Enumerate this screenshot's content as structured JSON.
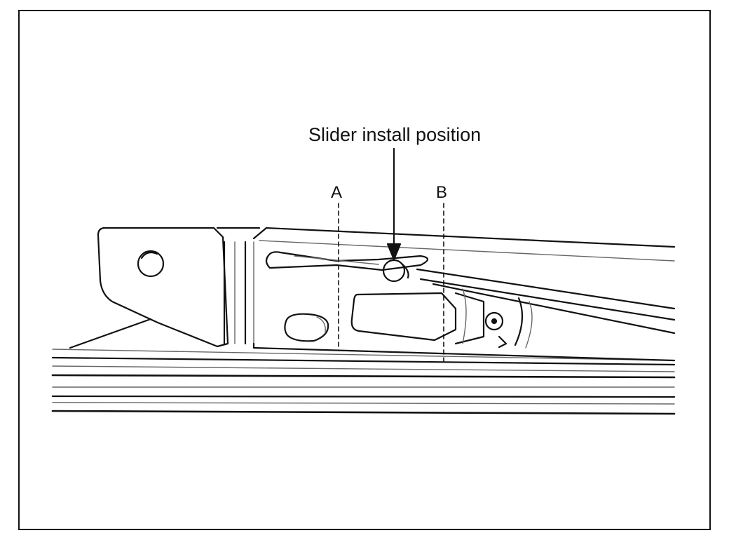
{
  "callout": {
    "text": "Slider install position"
  },
  "markers": {
    "a": "A",
    "b": "B"
  },
  "colors": {
    "line": "#111111",
    "light_line": "#666666",
    "background": "#ffffff"
  }
}
